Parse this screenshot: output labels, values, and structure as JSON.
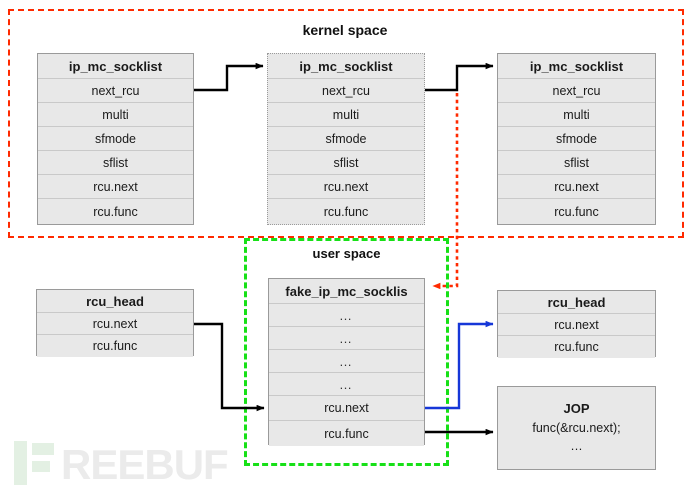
{
  "regions": {
    "kernel": {
      "label": "kernel space",
      "border_color": "#ff2a00",
      "style": "dashed"
    },
    "user": {
      "label": "user space",
      "border_color": "#17e017",
      "style": "dashed"
    }
  },
  "kernel_structs": [
    {
      "name": "ip_mc_socklist-1",
      "header": "ip_mc_socklist",
      "fields": [
        "next_rcu",
        "multi",
        "sfmode",
        "sflist",
        "rcu.next",
        "rcu.func"
      ]
    },
    {
      "name": "ip_mc_socklist-2",
      "header": "ip_mc_socklist",
      "fields": [
        "next_rcu",
        "multi",
        "sfmode",
        "sflist",
        "rcu.next",
        "rcu.func"
      ]
    },
    {
      "name": "ip_mc_socklist-3",
      "header": "ip_mc_socklist",
      "fields": [
        "next_rcu",
        "multi",
        "sfmode",
        "sflist",
        "rcu.next",
        "rcu.func"
      ]
    }
  ],
  "user_struct": {
    "header": "fake_ip_mc_socklis",
    "fields": [
      "…",
      "…",
      "…",
      "…",
      "rcu.next",
      "rcu.func"
    ]
  },
  "rcu_head_left": {
    "header": "rcu_head",
    "fields": [
      "rcu.next",
      "rcu.func"
    ]
  },
  "rcu_head_right": {
    "header": "rcu_head",
    "fields": [
      "rcu.next",
      "rcu.func"
    ]
  },
  "jop_box": {
    "title": "JOP",
    "line2": "func(&rcu.next);",
    "line3": "…"
  },
  "watermark": {
    "text": "REEBUF"
  },
  "arrow_colors": {
    "black": "#000000",
    "blue": "#1637d8",
    "red_dotted": "#ff2a00"
  }
}
